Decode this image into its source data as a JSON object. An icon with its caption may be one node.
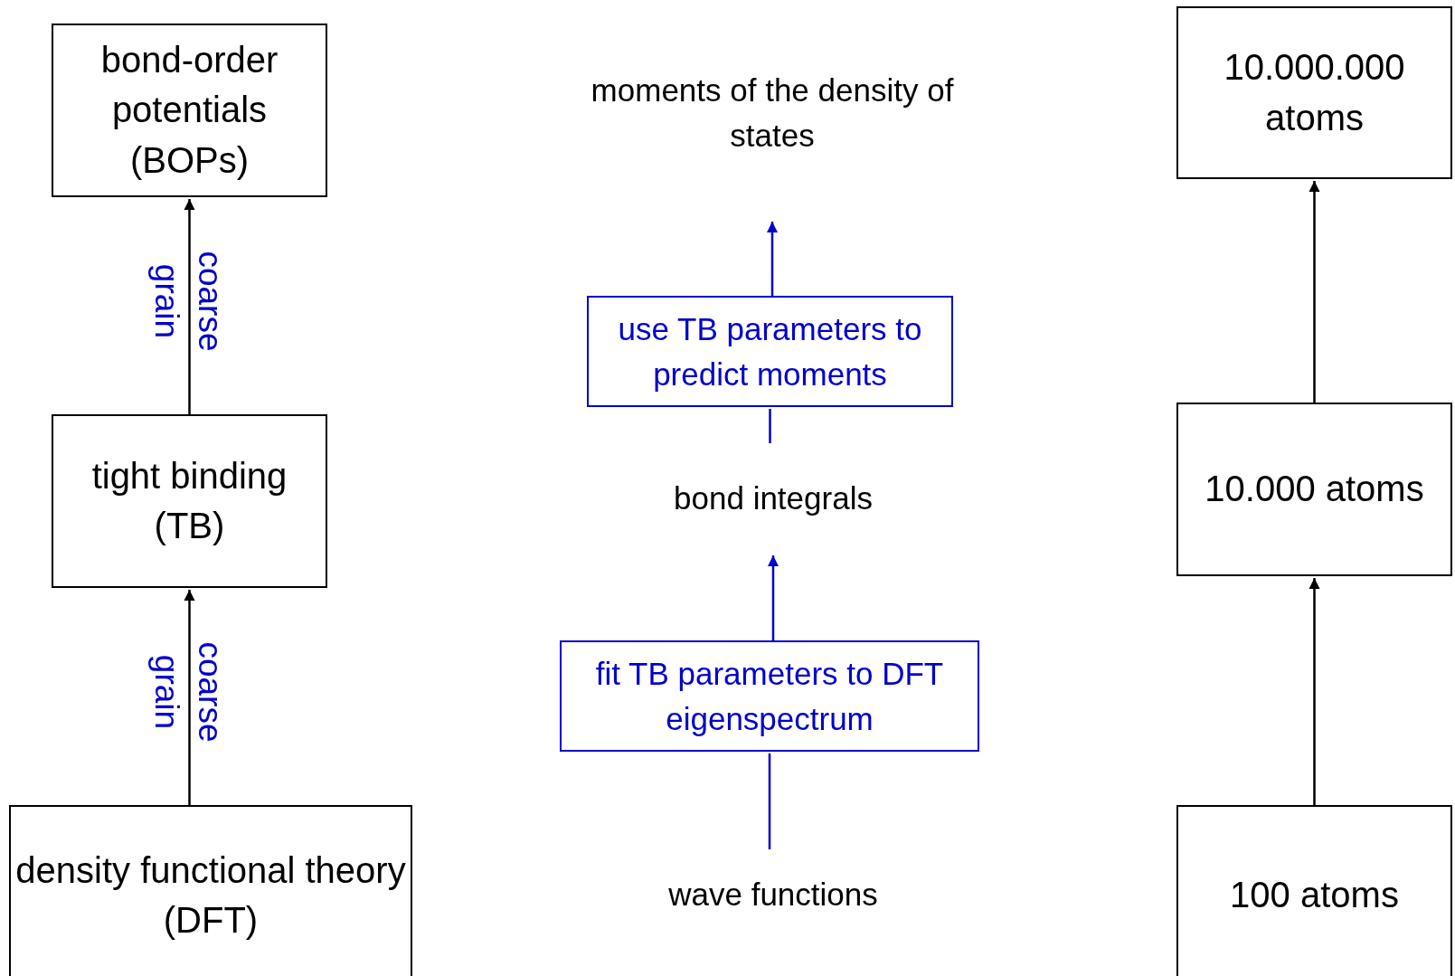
{
  "diagram": {
    "nodes": [
      {
        "text": [
          "bond-order potentials (BOPs)"
        ]
      },
      {
        "text": [
          "tight binding (TB)"
        ]
      },
      {
        "text": [
          "density functional theory (DFT)"
        ]
      },
      {
        "text": [
          "moments of the density of states"
        ]
      },
      {
        "text": [
          "use TB parameters to predict moments"
        ]
      },
      {
        "text": [
          "bond integrals"
        ]
      },
      {
        "text": [
          "fit TB parameters to DFT eigenspectrum"
        ]
      },
      {
        "text": [
          "wave functions"
        ]
      },
      {
        "text": [
          "10.000.000 atoms"
        ]
      },
      {
        "text": [
          "10.000 atoms"
        ]
      },
      {
        "text": [
          "100 atoms"
        ]
      }
    ],
    "edges": [
      {
        "from": 1,
        "to": 0,
        "arrow": "to",
        "label": "coarse grain"
      },
      {
        "from": 2,
        "to": 1,
        "arrow": "to",
        "label": "coarse grain"
      },
      {
        "from": 7,
        "to": 6,
        "arrow": "none",
        "color": "#0000cc"
      },
      {
        "from": 6,
        "to": 5,
        "arrow": "to",
        "color": "#0000cc"
      },
      {
        "from": 5,
        "to": 4,
        "arrow": "none",
        "color": "#0000cc"
      },
      {
        "from": 4,
        "to": 3,
        "arrow": "to",
        "color": "#0000cc"
      },
      {
        "from": 10,
        "to": 9,
        "arrow": "to"
      },
      {
        "from": 9,
        "to": 8,
        "arrow": "to"
      }
    ]
  }
}
